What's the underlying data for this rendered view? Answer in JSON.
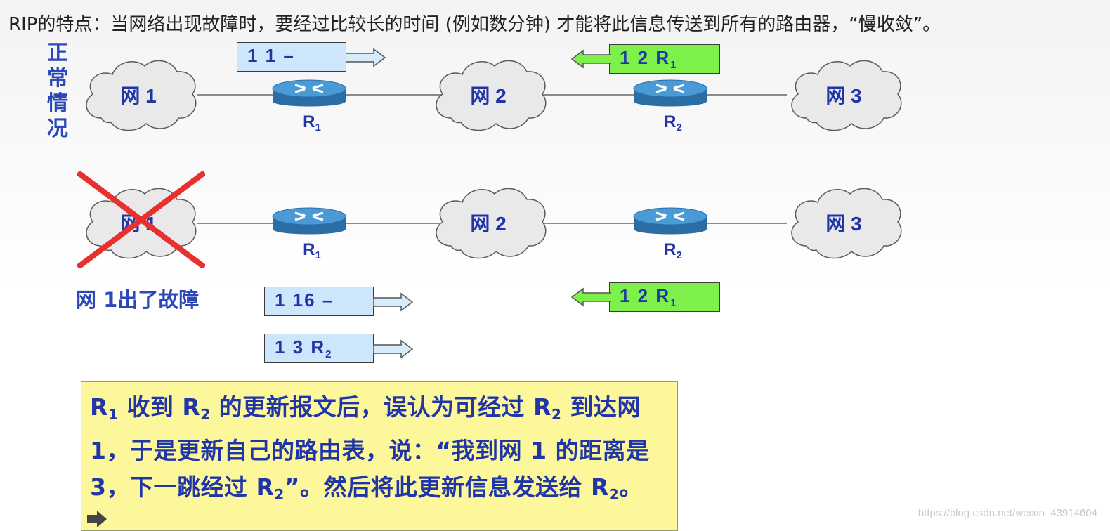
{
  "title": "RIP的特点：当网络出现故障时，要经过比较长的时间 (例如数分钟) 才能将此信息传送到所有的路由器，“慢收敛”。",
  "side_label": [
    "正",
    "常",
    "情",
    "况"
  ],
  "clouds": {
    "normal": [
      "网 1",
      "网 2",
      "网 3"
    ],
    "fault": [
      "网 1",
      "网 2",
      "网 3"
    ]
  },
  "routers": {
    "r1": {
      "main": "R",
      "sub": "1"
    },
    "r2": {
      "main": "R",
      "sub": "2"
    }
  },
  "packets": {
    "normal_r1": {
      "text": "1  1  –",
      "sub": ""
    },
    "normal_r2": {
      "text": "1  2  R",
      "sub": "1"
    },
    "fault_r1_a": {
      "text": "1  16  –",
      "sub": ""
    },
    "fault_r1_b": {
      "text": "1  3  R",
      "sub": "2"
    },
    "fault_r2": {
      "text": "1  2  R",
      "sub": "1"
    }
  },
  "fault_label": "网 1出了故障",
  "explanation": {
    "p1": "R",
    "s1": "1",
    "p2": " 收到 R",
    "s2": "2",
    "p3": " 的更新报文后，误认为可经过 R",
    "s3": "2",
    "p4": " 到达网 1，于是更新自己的路由表，说：“我到网 1 的距离是 3，下一跳经过 R",
    "s4": "2",
    "p5": "”。然后将此更新信息发送给 R",
    "s5": "2",
    "p6": "。"
  },
  "watermark": "https://blog.csdn.net/weixin_43914604",
  "colors": {
    "label_blue": "#2035a8",
    "packet_blue": "#cde6fb",
    "packet_green": "#7ef04c",
    "explain_bg": "#fbf79a",
    "cross_red": "#e8312f",
    "router_blue": "#2f7fbd"
  }
}
